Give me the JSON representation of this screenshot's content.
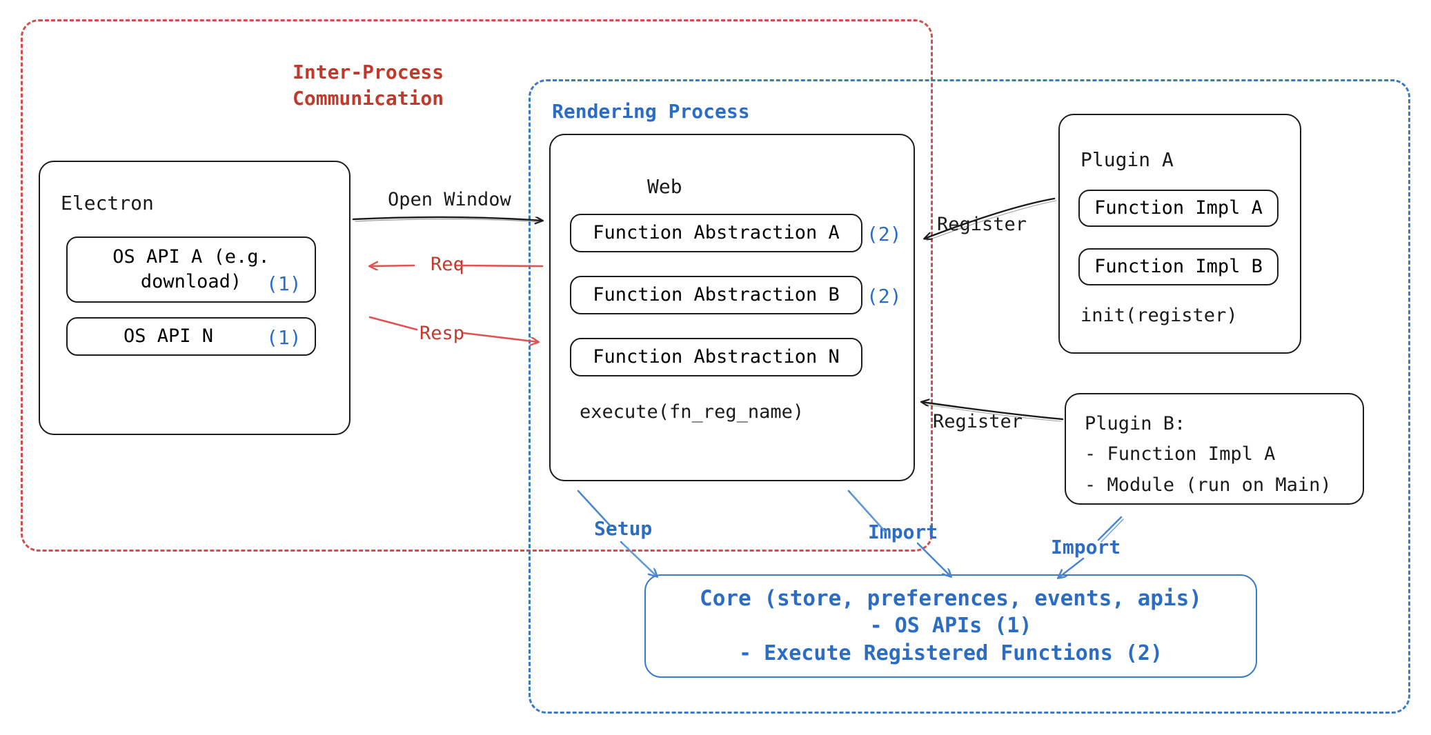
{
  "groups": {
    "ipc": {
      "label_line1": "Inter-Process",
      "label_line2": "Communication",
      "color": "#c0392b"
    },
    "rendering": {
      "label": "Rendering Process",
      "color": "#2b6cc4"
    }
  },
  "electron": {
    "title": "Electron",
    "apis": [
      {
        "name": "OS API A (e.g.\ndownload)",
        "marker": "(1)"
      },
      {
        "name": "OS API N",
        "marker": "(1)"
      }
    ]
  },
  "web": {
    "title": "Web",
    "abstractions": [
      {
        "name": "Function Abstraction A",
        "marker": "(2)"
      },
      {
        "name": "Function Abstraction B",
        "marker": "(2)"
      },
      {
        "name": "Function Abstraction N",
        "marker": ""
      }
    ],
    "method": "execute(fn_reg_name)"
  },
  "plugin_a": {
    "title": "Plugin A",
    "impls": [
      "Function Impl A",
      "Function Impl B"
    ],
    "init": "init(register)"
  },
  "plugin_b": {
    "title": "Plugin B:",
    "items": [
      "- Function Impl A",
      "- Module (run on Main)"
    ]
  },
  "core": {
    "line1": "Core (store, preferences, events, apis)",
    "line2": "- OS APIs (1)",
    "line3": "- Execute Registered Functions (2)",
    "color": "#2b6cc4"
  },
  "edges": {
    "open_window": "Open Window",
    "req": "Req",
    "resp": "Resp",
    "register_a": "Register",
    "register_b": "Register",
    "setup": "Setup",
    "import_web": "Import",
    "import_plugin_b": "Import"
  },
  "colors": {
    "ink": "#1b1b1b",
    "red": "#c0392b",
    "red_line": "#e05252",
    "blue": "#2b6cc4",
    "blue_line": "#4a86d0"
  }
}
